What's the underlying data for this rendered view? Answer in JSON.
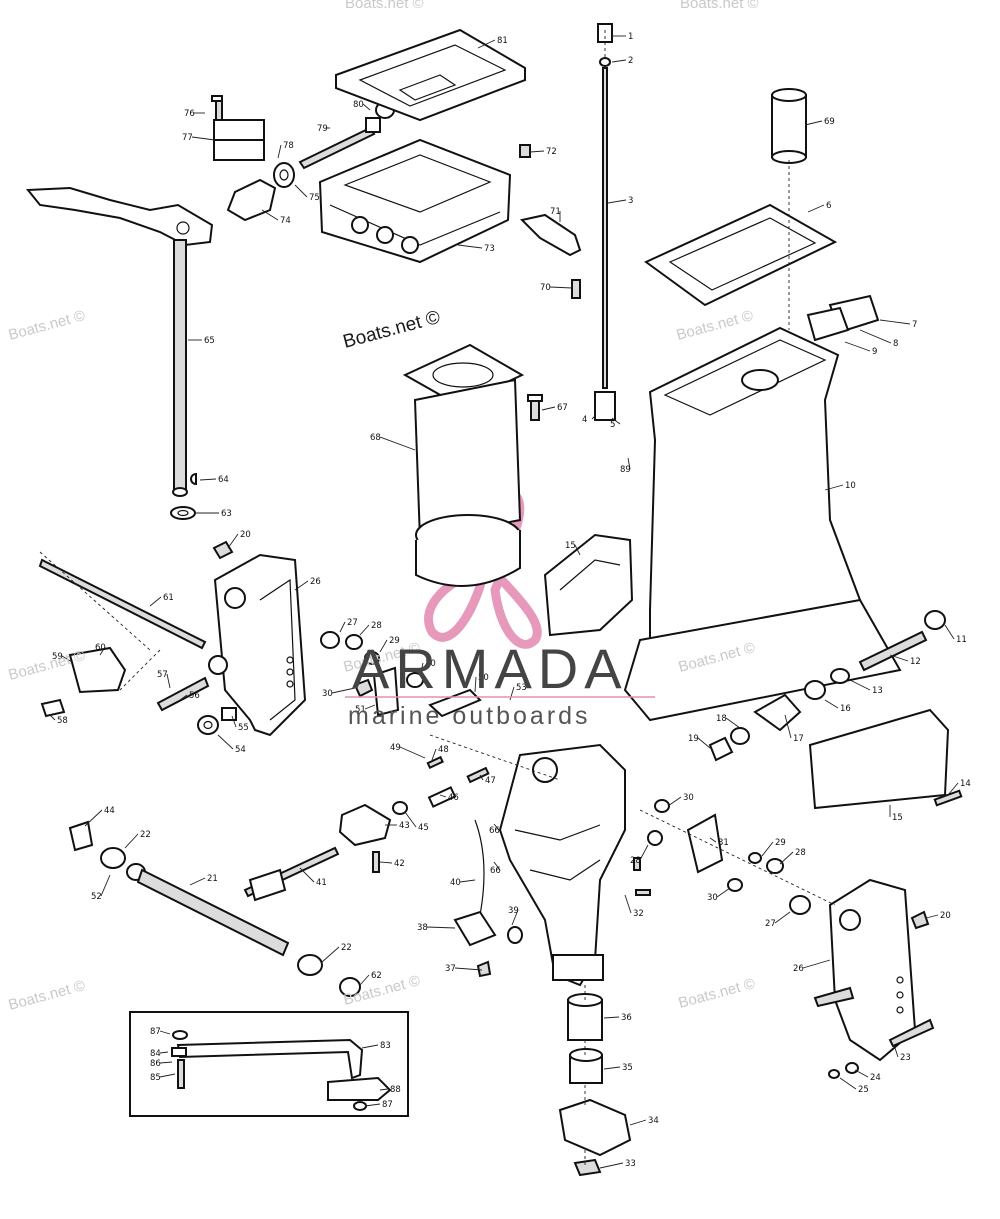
{
  "watermark": {
    "text": "Boats.net ©",
    "brand": "ARMADA",
    "brand_sub": "marine outboards",
    "brand_color": "#e48fb4"
  },
  "callouts": [
    {
      "label": "1"
    },
    {
      "label": "2"
    },
    {
      "label": "3"
    },
    {
      "label": "4"
    },
    {
      "label": "5"
    },
    {
      "label": "6"
    },
    {
      "label": "7"
    },
    {
      "label": "8"
    },
    {
      "label": "9"
    },
    {
      "label": "10"
    },
    {
      "label": "11"
    },
    {
      "label": "12"
    },
    {
      "label": "13"
    },
    {
      "label": "14"
    },
    {
      "label": "15"
    },
    {
      "label": "15"
    },
    {
      "label": "16"
    },
    {
      "label": "17"
    },
    {
      "label": "18"
    },
    {
      "label": "19"
    },
    {
      "label": "20"
    },
    {
      "label": "20"
    },
    {
      "label": "21"
    },
    {
      "label": "22"
    },
    {
      "label": "22"
    },
    {
      "label": "23"
    },
    {
      "label": "24"
    },
    {
      "label": "25"
    },
    {
      "label": "26"
    },
    {
      "label": "26"
    },
    {
      "label": "27"
    },
    {
      "label": "27"
    },
    {
      "label": "28"
    },
    {
      "label": "28"
    },
    {
      "label": "28"
    },
    {
      "label": "29"
    },
    {
      "label": "29"
    },
    {
      "label": "30"
    },
    {
      "label": "30"
    },
    {
      "label": "30"
    },
    {
      "label": "30"
    },
    {
      "label": "31"
    },
    {
      "label": "32"
    },
    {
      "label": "33"
    },
    {
      "label": "34"
    },
    {
      "label": "35"
    },
    {
      "label": "36"
    },
    {
      "label": "37"
    },
    {
      "label": "38"
    },
    {
      "label": "39"
    },
    {
      "label": "40"
    },
    {
      "label": "41"
    },
    {
      "label": "42"
    },
    {
      "label": "43"
    },
    {
      "label": "44"
    },
    {
      "label": "45"
    },
    {
      "label": "46"
    },
    {
      "label": "47"
    },
    {
      "label": "48"
    },
    {
      "label": "49"
    },
    {
      "label": "50"
    },
    {
      "label": "51"
    },
    {
      "label": "52"
    },
    {
      "label": "53"
    },
    {
      "label": "54"
    },
    {
      "label": "55"
    },
    {
      "label": "56"
    },
    {
      "label": "57"
    },
    {
      "label": "58"
    },
    {
      "label": "59"
    },
    {
      "label": "60"
    },
    {
      "label": "61"
    },
    {
      "label": "62"
    },
    {
      "label": "63"
    },
    {
      "label": "64"
    },
    {
      "label": "65"
    },
    {
      "label": "66"
    },
    {
      "label": "66"
    },
    {
      "label": "67"
    },
    {
      "label": "68"
    },
    {
      "label": "69"
    },
    {
      "label": "70"
    },
    {
      "label": "71"
    },
    {
      "label": "72"
    },
    {
      "label": "73"
    },
    {
      "label": "74"
    },
    {
      "label": "75"
    },
    {
      "label": "76"
    },
    {
      "label": "77"
    },
    {
      "label": "78"
    },
    {
      "label": "79"
    },
    {
      "label": "80"
    },
    {
      "label": "81"
    },
    {
      "label": "83"
    },
    {
      "label": "84"
    },
    {
      "label": "85"
    },
    {
      "label": "86"
    },
    {
      "label": "87"
    },
    {
      "label": "87"
    },
    {
      "label": "88"
    },
    {
      "label": "89"
    }
  ]
}
